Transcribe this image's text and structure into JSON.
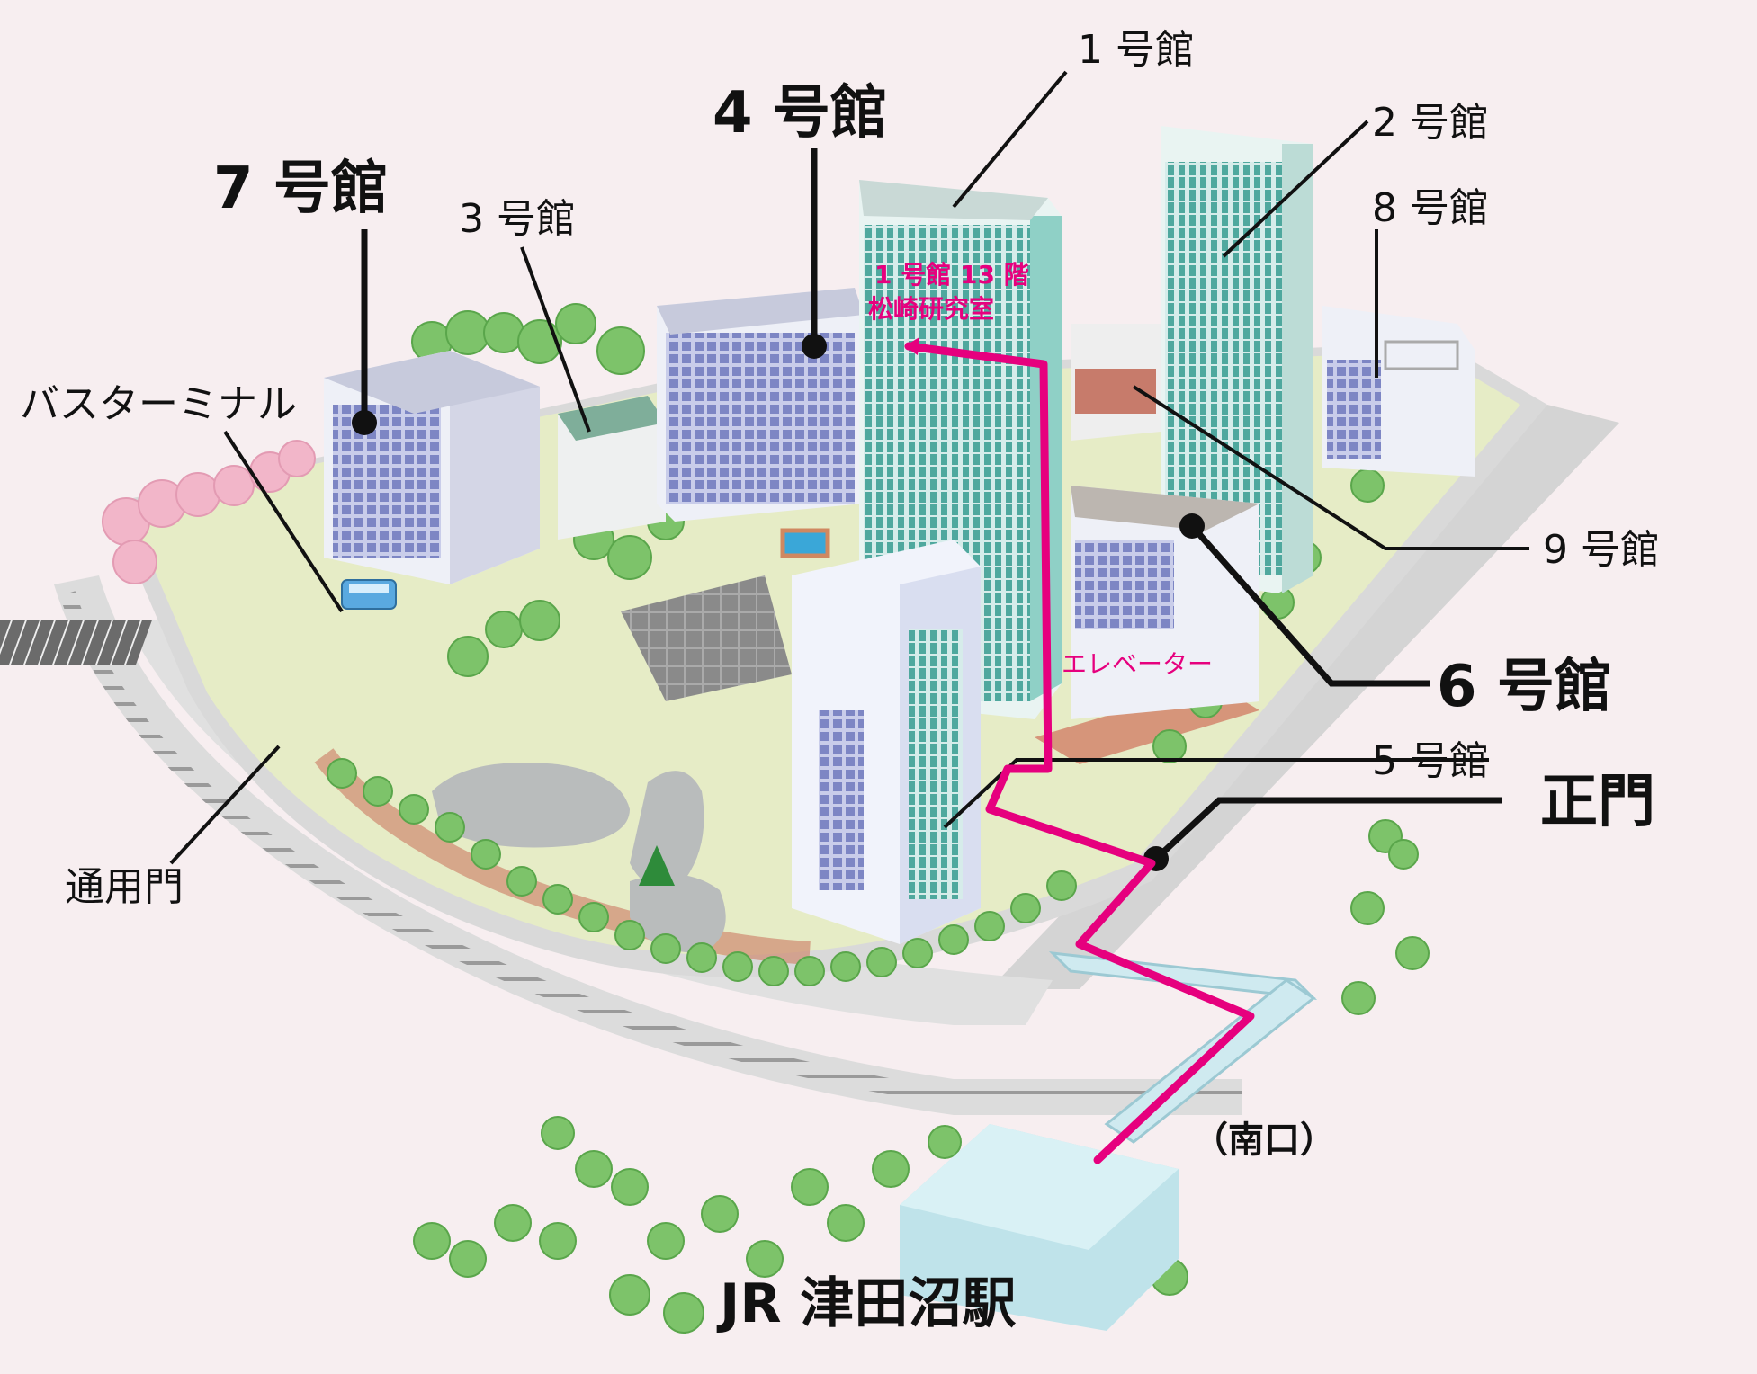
{
  "map": {
    "buildings": {
      "b1": "1 号館",
      "b2": "2 号館",
      "b3": "3 号館",
      "b4": "4 号館",
      "b5": "5 号館",
      "b6": "6 号館",
      "b7": "7 号館",
      "b8": "8 号館",
      "b9": "9 号館"
    },
    "places": {
      "bus_terminal": "バスターミナル",
      "side_gate": "通用門",
      "main_gate": "正門",
      "south_exit": "（南口）",
      "station": "JR 津田沼駅"
    },
    "route": {
      "destination_line1": "1 号館 13 階",
      "destination_line2": "松崎研究室",
      "elevator": "エレベーター",
      "color": "#e6007e"
    },
    "colors": {
      "background": "#f7eef0",
      "lawn": "#e6ecc6",
      "tree": "#7dc36a",
      "tower_glass": "#5fb2a8",
      "building_blue": "#8f96cc",
      "road": "#d9d9d9",
      "sakura": "#f2b6c9"
    }
  }
}
